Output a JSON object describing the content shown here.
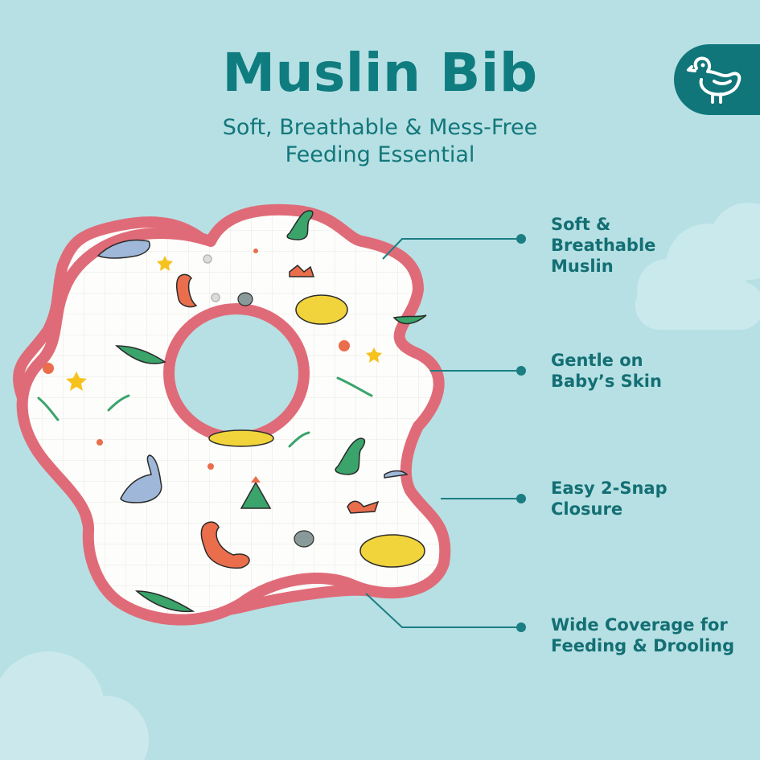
{
  "header": {
    "title": "Muslin Bib",
    "subtitle_line1": "Soft, Breathable & Mess-Free",
    "subtitle_line2": "Feeding Essential"
  },
  "logo": {
    "icon": "duck-icon"
  },
  "features": [
    {
      "label": "Soft &\nBreathable\nMuslin"
    },
    {
      "label": "Gentle on\nBaby’s Skin"
    },
    {
      "label": "Easy 2-Snap\nClosure"
    },
    {
      "label": "Wide Coverage for\nFeeding & Drooling"
    }
  ],
  "colors": {
    "background": "#b6e0e4",
    "accent_teal": "#10767a",
    "bib_border": "#e06b78",
    "bib_fabric": "#fdfdfb"
  },
  "product": {
    "pattern": "dinosaur-print",
    "icon": "bib-image"
  }
}
